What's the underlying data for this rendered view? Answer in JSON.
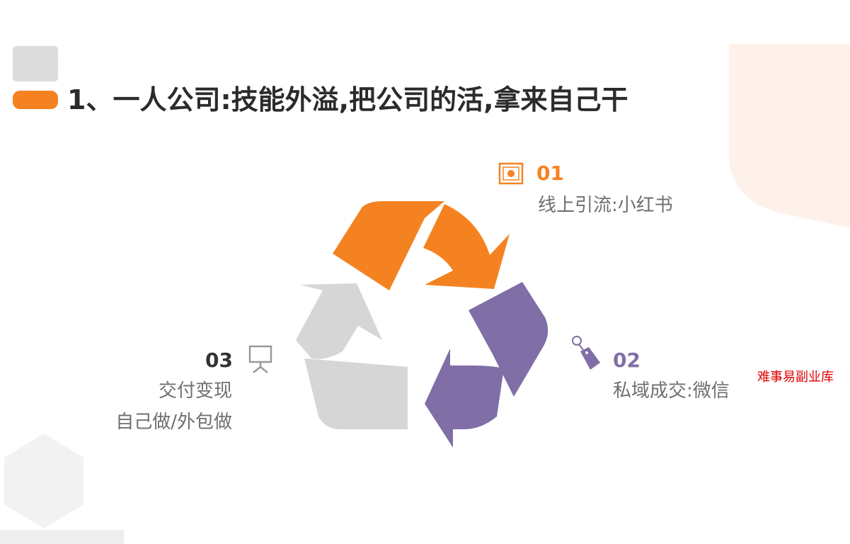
{
  "title": "1、一人公司:技能外溢,把公司的活,拿来自己干",
  "steps": [
    {
      "num": "01",
      "text": "线上引流:小红书"
    },
    {
      "num": "02",
      "text": "私域成交:微信"
    },
    {
      "num": "03",
      "lines": [
        "交付变现",
        "自己做/外包做"
      ]
    }
  ],
  "watermark": "难事易副业库",
  "colors": {
    "orange": "#f58220",
    "purple": "#7f6fa6",
    "gray": "#d6d6d6",
    "dark_text": "#333333",
    "watermark": "#e00000"
  },
  "icons": {
    "step1": "presentation-photo-icon",
    "step2": "sale-tag-icon",
    "step3": "easel-icon"
  }
}
